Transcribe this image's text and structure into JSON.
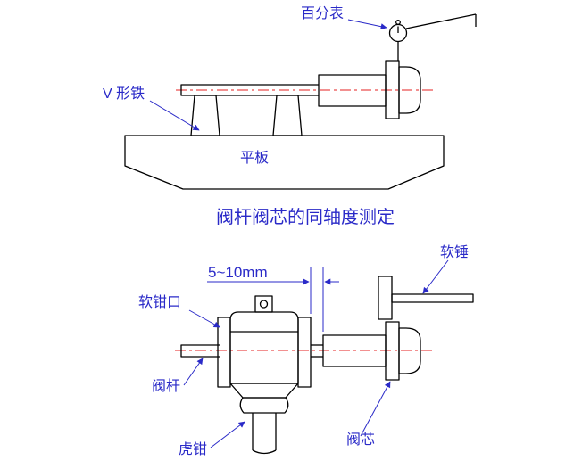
{
  "colors": {
    "annotation": "#2a2ac8",
    "drawing_line": "#000000",
    "centerline": "#e52222",
    "background": "#ffffff"
  },
  "top_diagram": {
    "caption": "阀杆阀芯的同轴度测定",
    "labels": {
      "dial_indicator": "百分表",
      "v_block": "V 形铁",
      "surface_plate": "平板"
    }
  },
  "bottom_diagram": {
    "dimension_label": "5~10mm",
    "labels": {
      "soft_hammer": "软锤",
      "soft_jaw": "软钳口",
      "valve_stem": "阀杆",
      "bench_vise": "虎钳",
      "valve_core": "阀芯"
    }
  }
}
